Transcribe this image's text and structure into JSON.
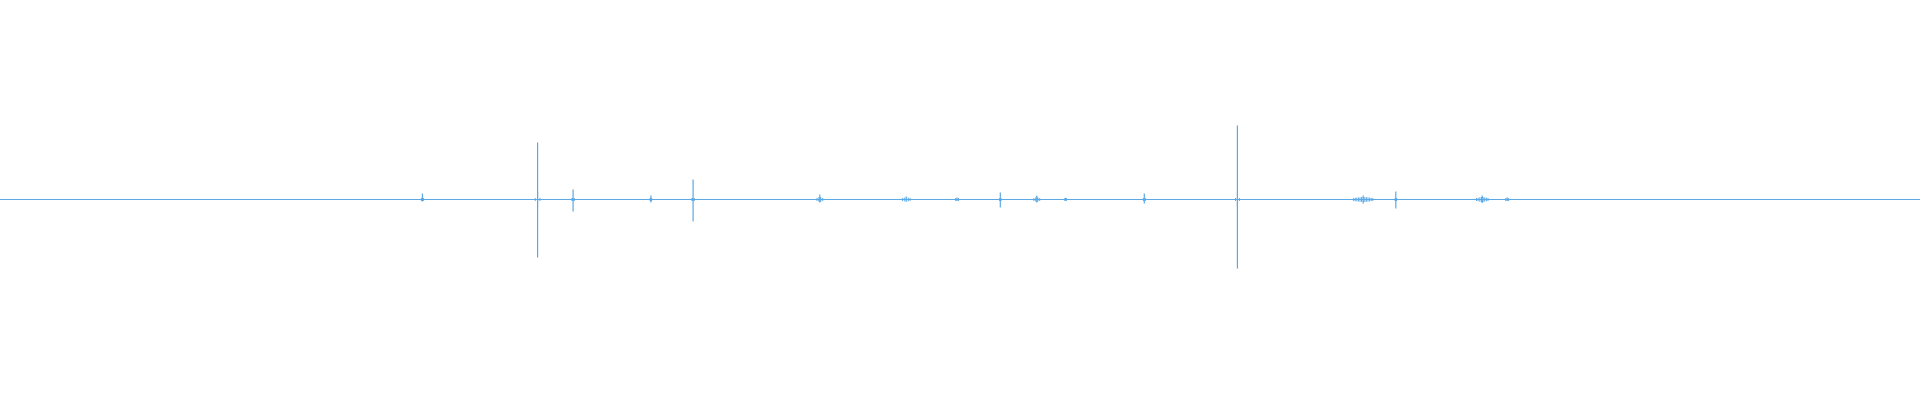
{
  "waveform": {
    "color": "#5aa9e6",
    "background": "#ffffff",
    "baseline_amplitude": 0.004,
    "peaks": [
      {
        "t": 0.22,
        "amp_up": 0.03,
        "amp_down": 0.01,
        "width": 0.001
      },
      {
        "t": 0.28,
        "amp_up": 0.285,
        "amp_down": 0.29,
        "width": 0.0025
      },
      {
        "t": 0.2985,
        "amp_up": 0.05,
        "amp_down": 0.06,
        "width": 0.0012
      },
      {
        "t": 0.339,
        "amp_up": 0.02,
        "amp_down": 0.015,
        "width": 0.0008
      },
      {
        "t": 0.361,
        "amp_up": 0.1,
        "amp_down": 0.11,
        "width": 0.0012
      },
      {
        "t": 0.427,
        "amp_up": 0.025,
        "amp_down": 0.015,
        "width": 0.003
      },
      {
        "t": 0.472,
        "amp_up": 0.015,
        "amp_down": 0.01,
        "width": 0.004
      },
      {
        "t": 0.4985,
        "amp_up": 0.01,
        "amp_down": 0.008,
        "width": 0.0015
      },
      {
        "t": 0.521,
        "amp_up": 0.035,
        "amp_down": 0.04,
        "width": 0.0008
      },
      {
        "t": 0.54,
        "amp_up": 0.02,
        "amp_down": 0.015,
        "width": 0.003
      },
      {
        "t": 0.555,
        "amp_up": 0.008,
        "amp_down": 0.006,
        "width": 0.0008
      },
      {
        "t": 0.596,
        "amp_up": 0.03,
        "amp_down": 0.02,
        "width": 0.001
      },
      {
        "t": 0.6445,
        "amp_up": 0.37,
        "amp_down": 0.345,
        "width": 0.002
      },
      {
        "t": 0.71,
        "amp_up": 0.02,
        "amp_down": 0.02,
        "width": 0.01
      },
      {
        "t": 0.727,
        "amp_up": 0.04,
        "amp_down": 0.045,
        "width": 0.0008
      },
      {
        "t": 0.772,
        "amp_up": 0.02,
        "amp_down": 0.018,
        "width": 0.006
      },
      {
        "t": 0.785,
        "amp_up": 0.01,
        "amp_down": 0.008,
        "width": 0.0015
      }
    ]
  }
}
